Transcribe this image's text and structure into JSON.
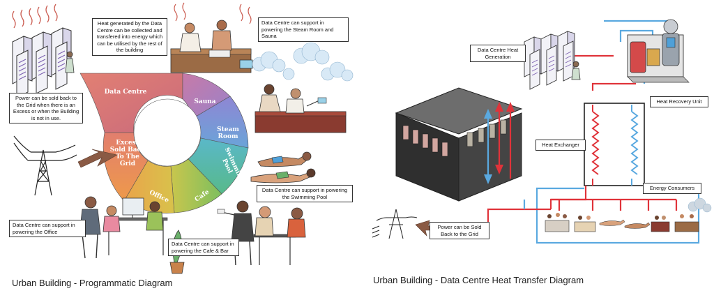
{
  "left_panel": {
    "caption": "Urban Building - Programmatic Diagram",
    "ring_segments": {
      "data_centre": "Data Centre",
      "sauna": "Sauna",
      "steam_room": "Steam Room",
      "swimming_pool": "Swimming Pool",
      "cafe": "Cafe",
      "office": "Office",
      "excess": "Excess Sold Back To The Grid"
    },
    "notes": {
      "heat_generated": "Heat generated by the Data Centre can be collected and transfered into energy which can be utilised by the rest of the building",
      "steam_sauna": "Data Centre can support in powering the Steam Room and Sauna",
      "power_sold": "Power can be sold back to the Grid when there is an Excess or when the Building is not in use.",
      "swimming_pool": "Data Centre can support in powering the Swimming Pool",
      "office": "Data Centre can support in powering the Office",
      "cafe_bar": "Data Centre can support in powering the Cafe & Bar"
    },
    "colors": {
      "data_centre": "#d9736b",
      "sauna": "#b07dbb",
      "steam_room": "#8a8fd6",
      "swimming_pool": "#4fb0a8",
      "cafe": "#9bc25a",
      "office": "#e4b24e",
      "excess": "#e98a4c",
      "arrow": "#8a5a44"
    }
  },
  "right_panel": {
    "caption": "Urban Building - Data Centre Heat Transfer Diagram",
    "labels": {
      "heat_generation": "Data Centre Heat Generation",
      "heat_recovery": "Heat Recovery Unit",
      "heat_exchanger": "Heat Exchanger",
      "energy_consumers": "Energy Consumers",
      "power_sold": "Power can be Sold Back to the Grid"
    },
    "colors": {
      "hot": "#e0333a",
      "cold": "#5aa9e0",
      "building": "#3a3a3a"
    }
  }
}
